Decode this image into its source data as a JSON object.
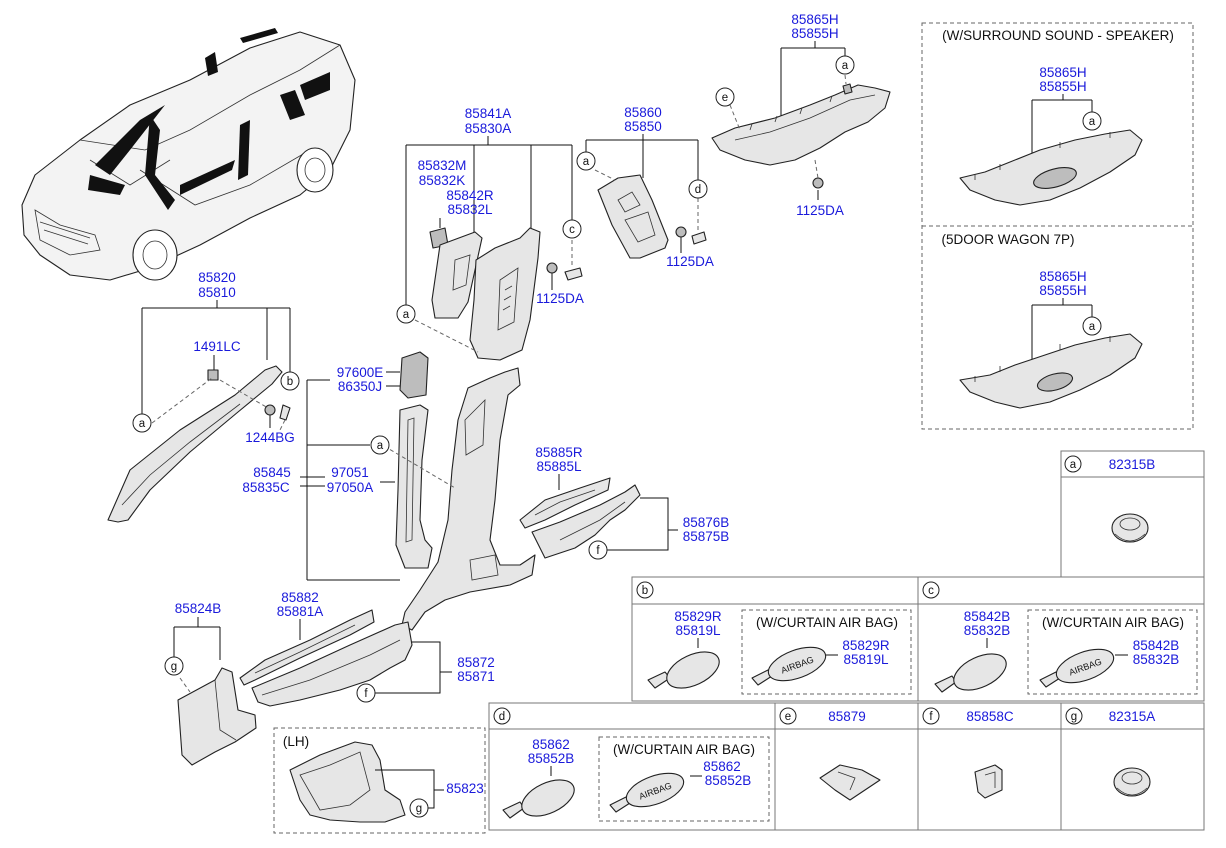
{
  "parts": {
    "p85865H_top": "85865H",
    "p85855H_top": "85855H",
    "p1125DA_top": "1125DA",
    "p85860": "85860",
    "p85850": "85850",
    "p1125DA_mid": "1125DA",
    "p85841A": "85841A",
    "p85830A": "85830A",
    "p85832M": "85832M",
    "p85832K": "85832K",
    "p85842R": "85842R",
    "p85832L": "85832L",
    "p1125DA_left": "1125DA",
    "p85820": "85820",
    "p85810": "85810",
    "p1491LC": "1491LC",
    "p1244BG": "1244BG",
    "p97600E": "97600E",
    "p86350J": "86350J",
    "p85845": "85845",
    "p85835C": "85835C",
    "p97051": "97051",
    "p97050A": "97050A",
    "p85885R": "85885R",
    "p85885L": "85885L",
    "p85876B": "85876B",
    "p85875B": "85875B",
    "p85882": "85882",
    "p85881A": "85881A",
    "p85824B": "85824B",
    "p85872": "85872",
    "p85871": "85871",
    "p85823": "85823"
  },
  "variants": {
    "surround_title": "(W/SURROUND SOUND - SPEAKER)",
    "surround_p1": "85865H",
    "surround_p2": "85855H",
    "wagon_title": "(5DOOR WAGON 7P)",
    "wagon_p1": "85865H",
    "wagon_p2": "85855H",
    "lh_title": "(LH)"
  },
  "callouts": {
    "a": "a",
    "b": "b",
    "c": "c",
    "d": "d",
    "e": "e",
    "f": "f",
    "g": "g"
  },
  "table": {
    "a_part": "82315B",
    "b_p1": "85829R",
    "b_p2": "85819L",
    "b_sub_title": "(W/CURTAIN AIR BAG)",
    "b_sub_p1": "85829R",
    "b_sub_p2": "85819L",
    "c_p1": "85842B",
    "c_p2": "85832B",
    "c_sub_title": "(W/CURTAIN AIR BAG)",
    "c_sub_p1": "85842B",
    "c_sub_p2": "85832B",
    "d_p1": "85862",
    "d_p2": "85852B",
    "d_sub_title": "(W/CURTAIN AIR BAG)",
    "d_sub_p1": "85862",
    "d_sub_p2": "85852B",
    "e_part": "85879",
    "f_part": "85858C",
    "g_part": "82315A",
    "airbag_text": "AIRBAG"
  },
  "colors": {
    "part_number": "#1a1adb",
    "line": "#111111",
    "part_fill": "#e6e6e6"
  }
}
